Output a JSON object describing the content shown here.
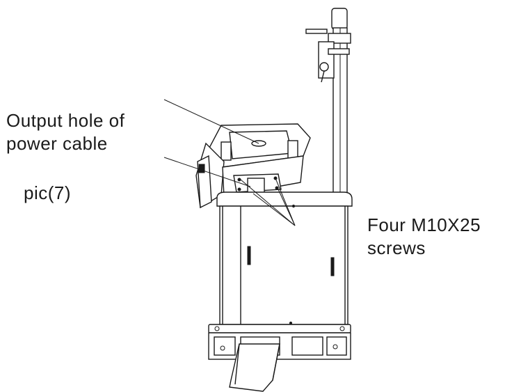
{
  "labels": {
    "output_hole_line1": "Output hole of",
    "output_hole_line2": "power cable",
    "figure_caption": "pic(7)",
    "screws_line1": "Four M10X25",
    "screws_line2": "screws"
  },
  "colors": {
    "ink": "#1a1a1a",
    "background": "#ffffff"
  }
}
